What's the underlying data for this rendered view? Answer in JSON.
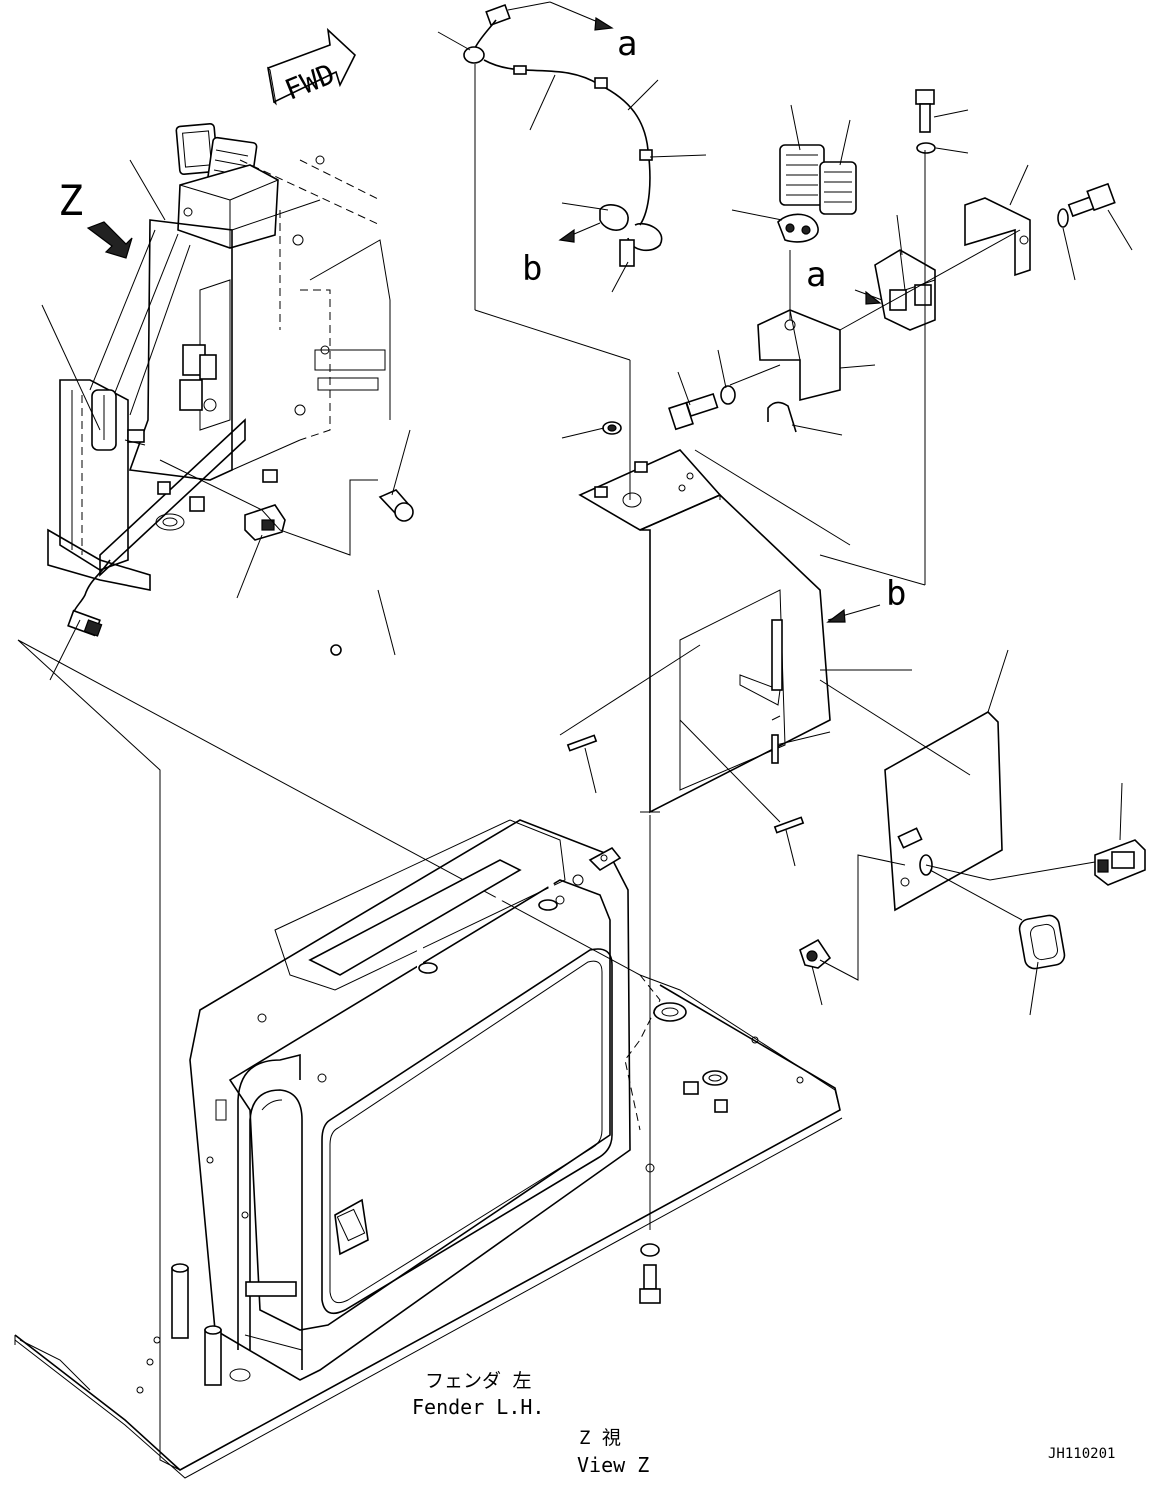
{
  "direction_arrow": {
    "label": "FWD"
  },
  "view_marker": {
    "letter": "Z"
  },
  "connection_labels": [
    "a",
    "b",
    "a",
    "b"
  ],
  "caption": {
    "ja": "フェンダ 左",
    "en": "Fender L.H.",
    "view_ja": "Z 視",
    "view_en": "View Z"
  },
  "drawing_code": "JH110201"
}
